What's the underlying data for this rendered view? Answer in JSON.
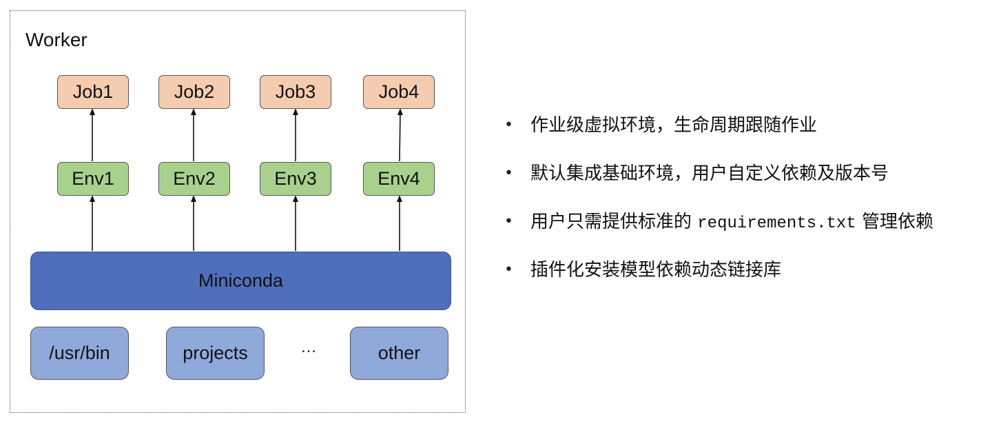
{
  "worker": {
    "title": "Worker"
  },
  "jobs": [
    "Job1",
    "Job2",
    "Job3",
    "Job4"
  ],
  "envs": [
    "Env1",
    "Env2",
    "Env3",
    "Env4"
  ],
  "base_layer": "Miniconda",
  "mounts": [
    "/usr/bin",
    "projects",
    "other"
  ],
  "ellipsis": "…",
  "bullets": [
    {
      "text": "作业级虚拟环境，生命周期跟随作业"
    },
    {
      "text": "默认集成基础环境，用户自定义依赖及版本号"
    },
    {
      "prefix": "用户只需提供标准的 ",
      "code": "requirements.txt",
      "suffix": " 管理依赖"
    },
    {
      "text": "插件化安装模型依赖动态链接库"
    }
  ],
  "colors": {
    "job_fill": "#f5ccb0",
    "env_fill": "#a9d18e",
    "miniconda_fill": "#4f6fbd",
    "mount_fill": "#8fa9db"
  }
}
